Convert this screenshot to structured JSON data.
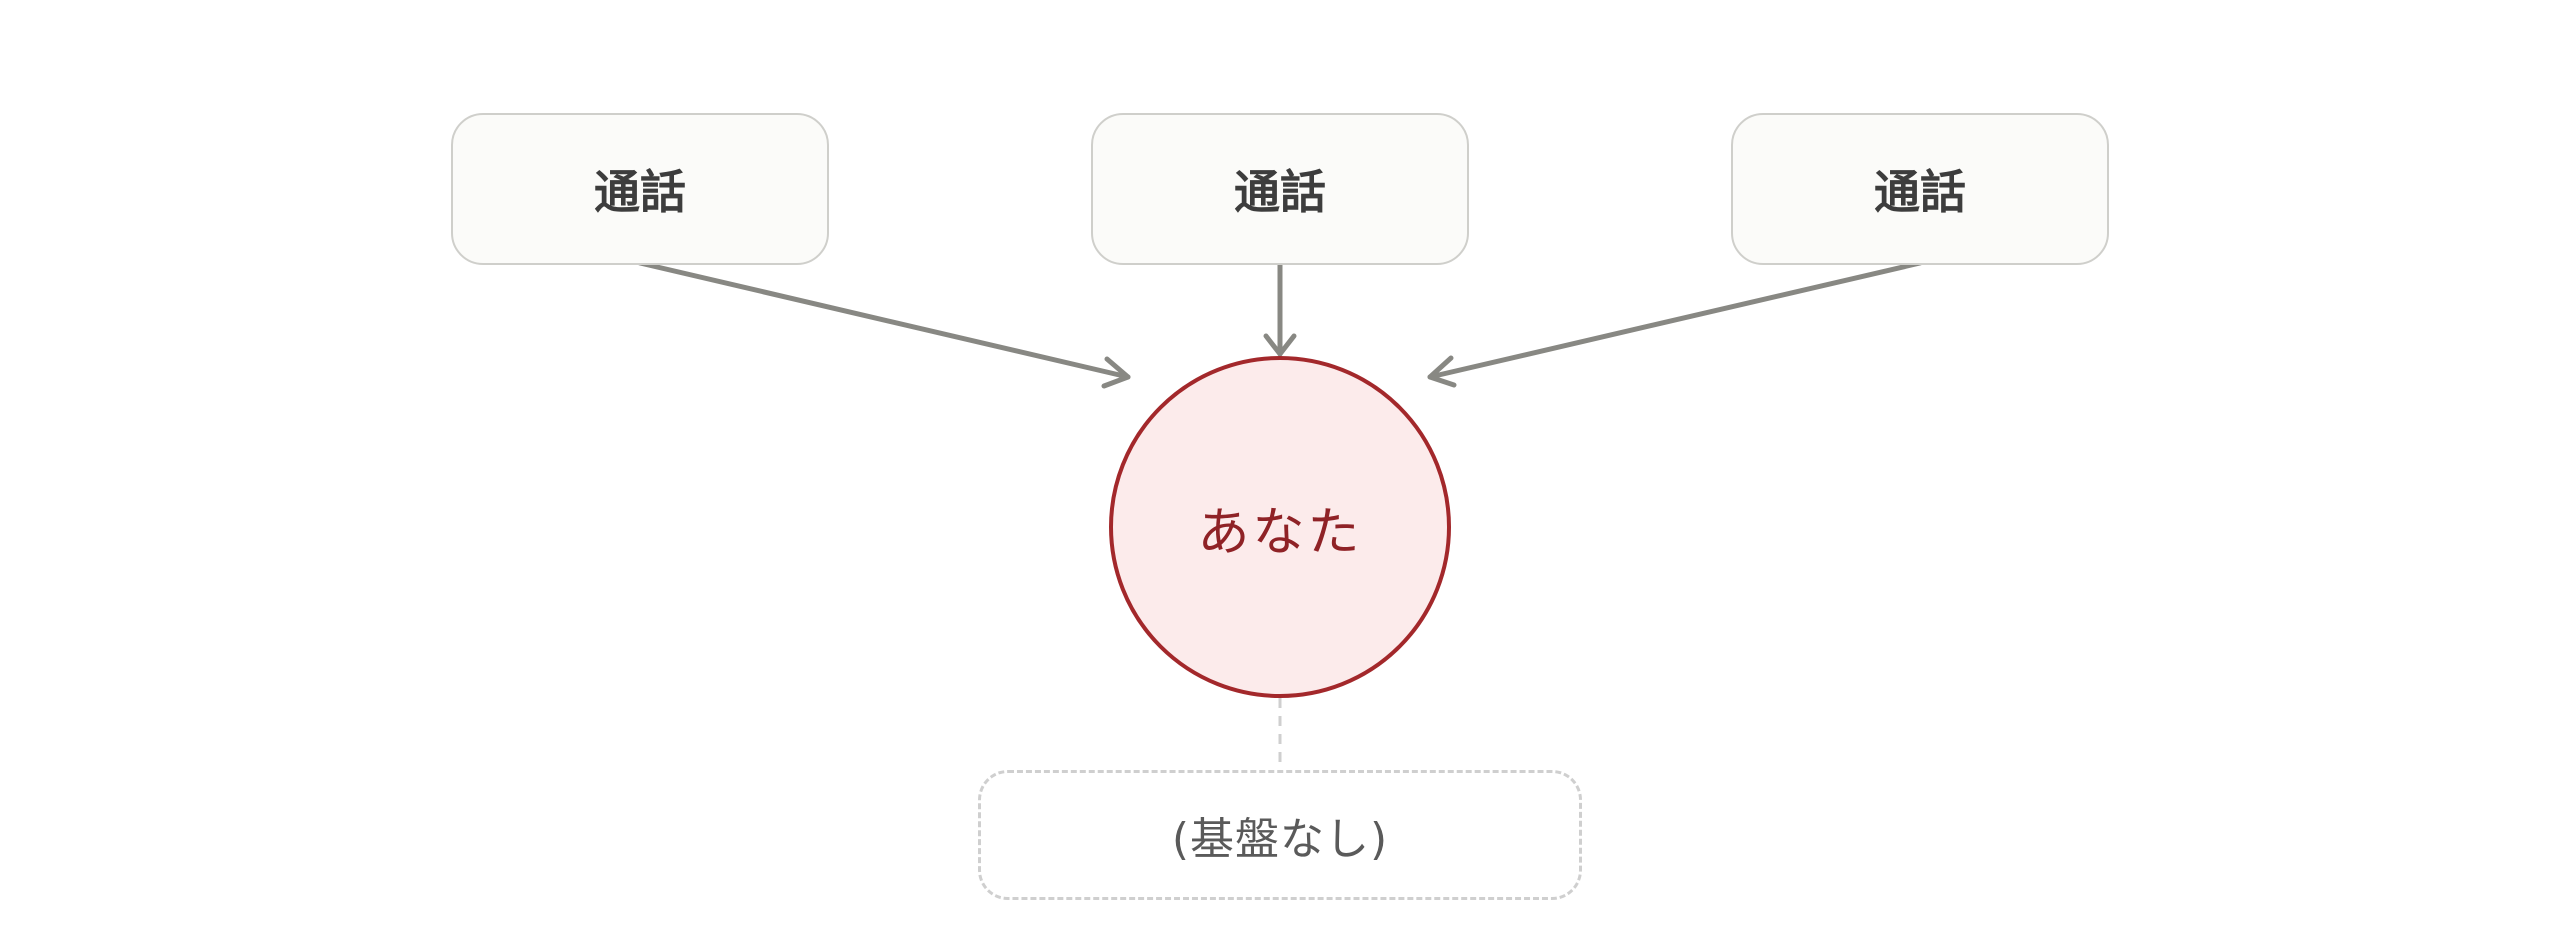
{
  "nodes": {
    "calls": [
      {
        "label": "通話"
      },
      {
        "label": "通話"
      },
      {
        "label": "通話"
      }
    ],
    "you": {
      "label": "あなた"
    },
    "foundation": {
      "label": "(基盤なし)"
    }
  },
  "colors": {
    "call_fill": "#fbfbf9",
    "call_border": "#cfcfcb",
    "you_fill": "#fcebeb",
    "you_border": "#a3282b",
    "you_text": "#8f2226",
    "arrow": "#888883",
    "dashed": "#cfcfcf"
  }
}
